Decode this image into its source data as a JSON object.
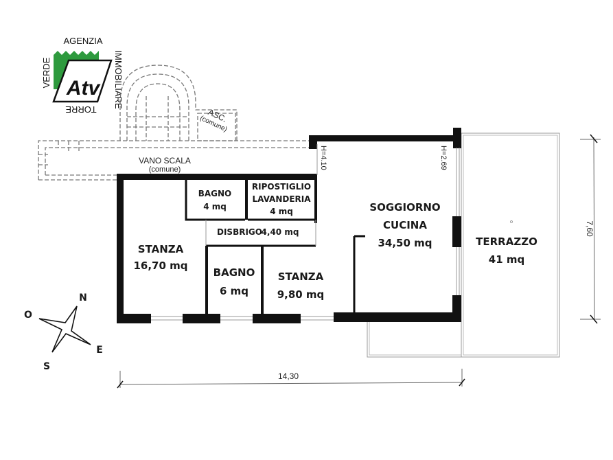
{
  "logo": {
    "top_text": "AGENZIA",
    "left_text": "VERDE",
    "right_text": "IMMOBILIARE",
    "bottom_text": "TORRE",
    "mark": "Atv",
    "brand_color": "#2e9a3e"
  },
  "common_areas": {
    "stair": {
      "label": "VANO SCALA",
      "sub": "(comune)"
    },
    "lift": {
      "label": "ASC.",
      "sub": "(comune)"
    }
  },
  "ceiling_heights": {
    "left": "H=4.10",
    "right": "H=2.69"
  },
  "rooms": [
    {
      "name": "STANZA",
      "area": "16,70 mq"
    },
    {
      "name": "BAGNO",
      "area": "4 mq"
    },
    {
      "name": "RIPOSTIGLIO",
      "name2": "LAVANDERIA",
      "area": "4 mq"
    },
    {
      "name": "DISBRIGO",
      "area": "4,40 mq"
    },
    {
      "name": "BAGNO",
      "area": "6 mq"
    },
    {
      "name": "STANZA",
      "area": "9,80 mq"
    },
    {
      "name": "SOGGIORNO",
      "name2": "CUCINA",
      "area": "34,50 mq"
    },
    {
      "name": "TERRAZZO",
      "area": "41 mq"
    }
  ],
  "dimensions": {
    "width": "14,30",
    "height": "7,60"
  },
  "compass": {
    "n": "N",
    "e": "E",
    "s": "S",
    "o": "O"
  },
  "colors": {
    "wall": "#111111",
    "common_outline": "#777777",
    "background": "#ffffff"
  }
}
